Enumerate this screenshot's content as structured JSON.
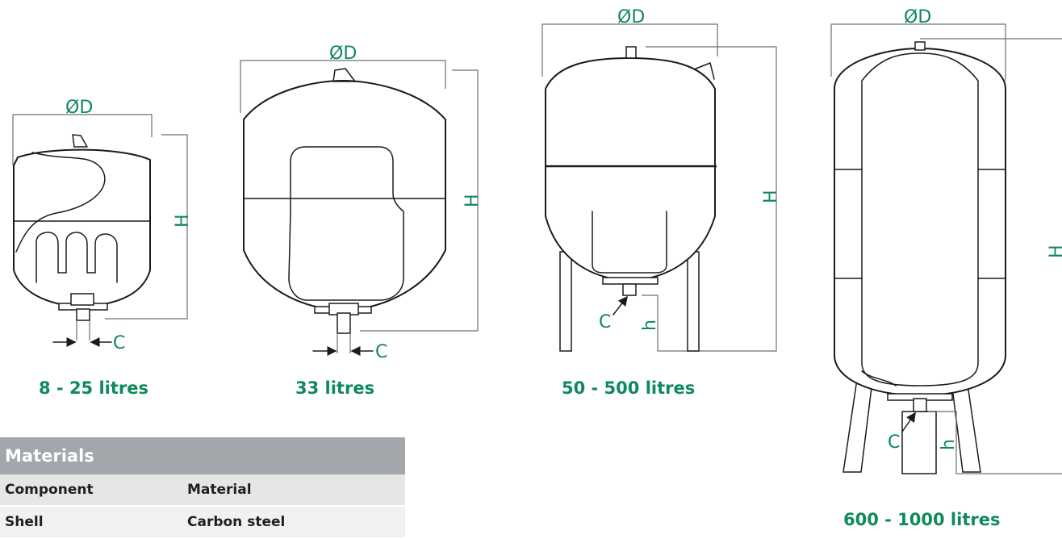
{
  "labels": {
    "diameter": "ØD",
    "height": "H",
    "connection": "C",
    "leg_height": "h"
  },
  "captions": {
    "tank1": "8 - 25 litres",
    "tank2": "33 litres",
    "tank3": "50 - 500 litres",
    "tank4": "600 - 1000 litres"
  },
  "table": {
    "title": "Materials",
    "headers": [
      "Component",
      "Material"
    ],
    "rows": [
      [
        "Shell",
        "Carbon steel"
      ]
    ]
  },
  "colors": {
    "accent": "#0f8a5a",
    "table_header": "#a3a7ab",
    "line": "#1b1b1b"
  }
}
